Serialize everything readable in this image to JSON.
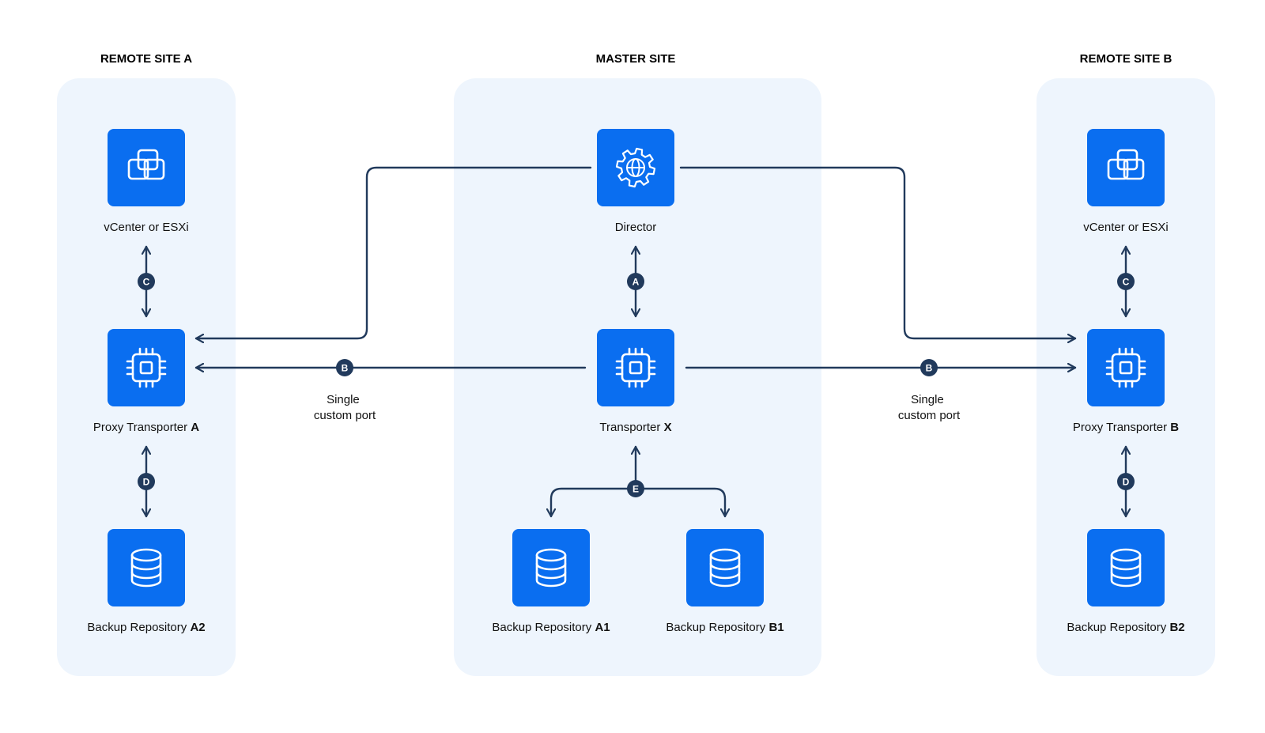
{
  "colors": {
    "panel": "#eef5fd",
    "node": "#0a6ef0",
    "line": "#213a5c",
    "badge": "#213a5c"
  },
  "sites": [
    {
      "key": "remote_a",
      "title": "REMOTE SITE A"
    },
    {
      "key": "master",
      "title": "MASTER SITE"
    },
    {
      "key": "remote_b",
      "title": "REMOTE SITE B"
    }
  ],
  "nodes": [
    {
      "key": "vcenter_a",
      "icon": "vm-icon",
      "label": "vCenter or ESXi",
      "label_bold": ""
    },
    {
      "key": "proxy_a",
      "icon": "chip-icon",
      "label": "Proxy Transporter ",
      "label_bold": "A"
    },
    {
      "key": "repo_a2",
      "icon": "database-icon",
      "label": "Backup Repository ",
      "label_bold": "A2"
    },
    {
      "key": "director",
      "icon": "gear-globe-icon",
      "label": "Director",
      "label_bold": ""
    },
    {
      "key": "transporter_x",
      "icon": "chip-icon",
      "label": "Transporter ",
      "label_bold": "X"
    },
    {
      "key": "repo_a1",
      "icon": "database-icon",
      "label": "Backup Repository ",
      "label_bold": "A1"
    },
    {
      "key": "repo_b1",
      "icon": "database-icon",
      "label": "Backup Repository ",
      "label_bold": "B1"
    },
    {
      "key": "vcenter_b",
      "icon": "vm-icon",
      "label": "vCenter or ESXi",
      "label_bold": ""
    },
    {
      "key": "proxy_b",
      "icon": "chip-icon",
      "label": "Proxy Transporter ",
      "label_bold": "B"
    },
    {
      "key": "repo_b2",
      "icon": "database-icon",
      "label": "Backup Repository ",
      "label_bold": "B2"
    }
  ],
  "badges": {
    "c_left": "C",
    "d_left": "D",
    "a_master": "A",
    "e_master": "E",
    "b_left": "B",
    "b_right": "B",
    "c_right": "C",
    "d_right": "D"
  },
  "port_notes": {
    "left": {
      "line1": "Single",
      "line2": "custom port"
    },
    "right": {
      "line1": "Single",
      "line2": "custom port"
    }
  }
}
